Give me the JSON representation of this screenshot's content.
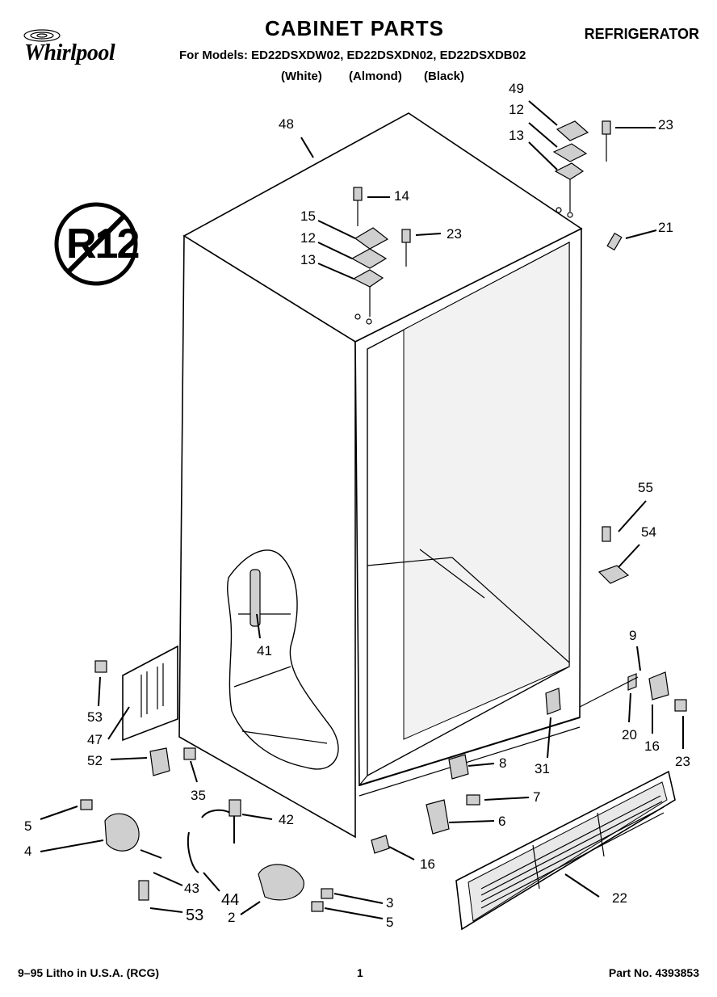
{
  "header": {
    "brand": "Whirlpool",
    "title": "CABINET PARTS",
    "subtitle": "REFRIGERATOR",
    "models_line": "For Models: ED22DSXDW02, ED22DSXDN02, ED22DSXDB02",
    "colors": [
      "(White)",
      "(Almond)",
      "(Black)"
    ]
  },
  "badge": {
    "text": "R12"
  },
  "callouts": [
    {
      "id": "c48",
      "label": "48"
    },
    {
      "id": "c49",
      "label": "49"
    },
    {
      "id": "c12a",
      "label": "12"
    },
    {
      "id": "c13a",
      "label": "13"
    },
    {
      "id": "c23a",
      "label": "23"
    },
    {
      "id": "c14",
      "label": "14"
    },
    {
      "id": "c15",
      "label": "15"
    },
    {
      "id": "c12b",
      "label": "12"
    },
    {
      "id": "c13b",
      "label": "13"
    },
    {
      "id": "c23b",
      "label": "23"
    },
    {
      "id": "c21",
      "label": "21"
    },
    {
      "id": "c55",
      "label": "55"
    },
    {
      "id": "c54",
      "label": "54"
    },
    {
      "id": "c41",
      "label": "41"
    },
    {
      "id": "c9",
      "label": "9"
    },
    {
      "id": "c53a",
      "label": "53"
    },
    {
      "id": "c47",
      "label": "47"
    },
    {
      "id": "c52",
      "label": "52"
    },
    {
      "id": "c35",
      "label": "35"
    },
    {
      "id": "c20",
      "label": "20"
    },
    {
      "id": "c16a",
      "label": "16"
    },
    {
      "id": "c23c",
      "label": "23"
    },
    {
      "id": "c31",
      "label": "31"
    },
    {
      "id": "c8",
      "label": "8"
    },
    {
      "id": "c7",
      "label": "7"
    },
    {
      "id": "c6",
      "label": "6"
    },
    {
      "id": "c42",
      "label": "42"
    },
    {
      "id": "c5a",
      "label": "5"
    },
    {
      "id": "c4",
      "label": "4"
    },
    {
      "id": "c16b",
      "label": "16"
    },
    {
      "id": "c22",
      "label": "22"
    },
    {
      "id": "c43",
      "label": "43"
    },
    {
      "id": "c44",
      "label": "44"
    },
    {
      "id": "c3",
      "label": "3"
    },
    {
      "id": "c53b",
      "label": "53"
    },
    {
      "id": "c2",
      "label": "2"
    },
    {
      "id": "c5b",
      "label": "5"
    }
  ],
  "footer": {
    "left": "9–95 Litho in U.S.A. (RCG)",
    "center": "1",
    "right": "Part No. 4393853"
  }
}
